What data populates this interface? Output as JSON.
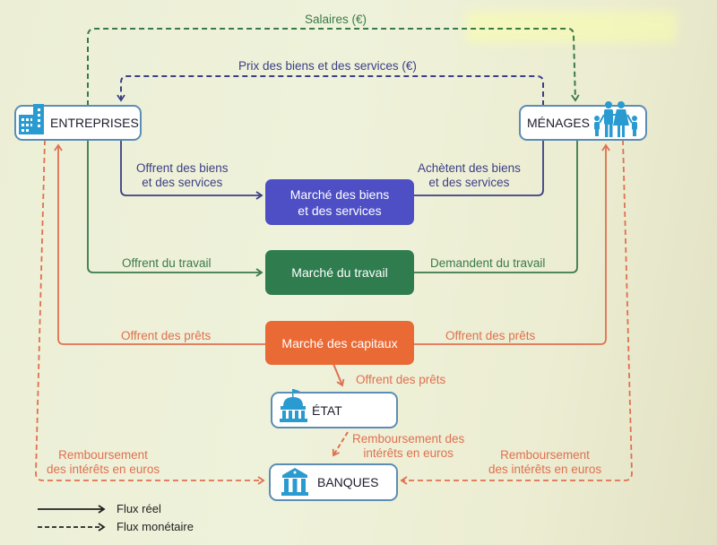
{
  "nodes": {
    "entreprises": {
      "label": "ENTREPRISES",
      "icon": "office-building-icon"
    },
    "menages": {
      "label": "MÉNAGES",
      "icon": "family-icon"
    },
    "etat": {
      "label": "ÉTAT",
      "icon": "capitol-building-icon"
    },
    "banques": {
      "label": "BANQUES",
      "icon": "bank-icon"
    }
  },
  "markets": {
    "biens": {
      "label_line1": "Marché des biens",
      "label_line2": "et des services",
      "color": "#4e4fc4"
    },
    "travail": {
      "label": "Marché du travail",
      "color": "#2f7d4e"
    },
    "capitaux": {
      "label": "Marché des capitaux",
      "color": "#ea6a35"
    }
  },
  "flows": {
    "salaires": "Salaires (€)",
    "prix": "Prix des biens et des services (€)",
    "offrent_biens_1": "Offrent des biens",
    "offrent_biens_2": "et des services",
    "achetent_biens_1": "Achètent des biens",
    "achetent_biens_2": "et des services",
    "offrent_travail": "Offrent du travail",
    "demandent_travail": "Demandent du travail",
    "offrent_prets_left": "Offrent des prêts",
    "offrent_prets_right": "Offrent des prêts",
    "offrent_prets_etat": "Offrent des prêts",
    "remb_etat_1": "Remboursement des",
    "remb_etat_2": "intérêts en euros",
    "remb_left_1": "Remboursement",
    "remb_left_2": "des intérêts en euros",
    "remb_right_1": "Remboursement",
    "remb_right_2": "des intérêts en euros"
  },
  "colors": {
    "green": "#3a7a4a",
    "blue": "#3b3f85",
    "orange": "#e07050",
    "node_border": "#5c8db5",
    "icon": "#2a9bd0"
  },
  "legend": {
    "real": "Flux réel",
    "monetary": "Flux monétaire"
  }
}
